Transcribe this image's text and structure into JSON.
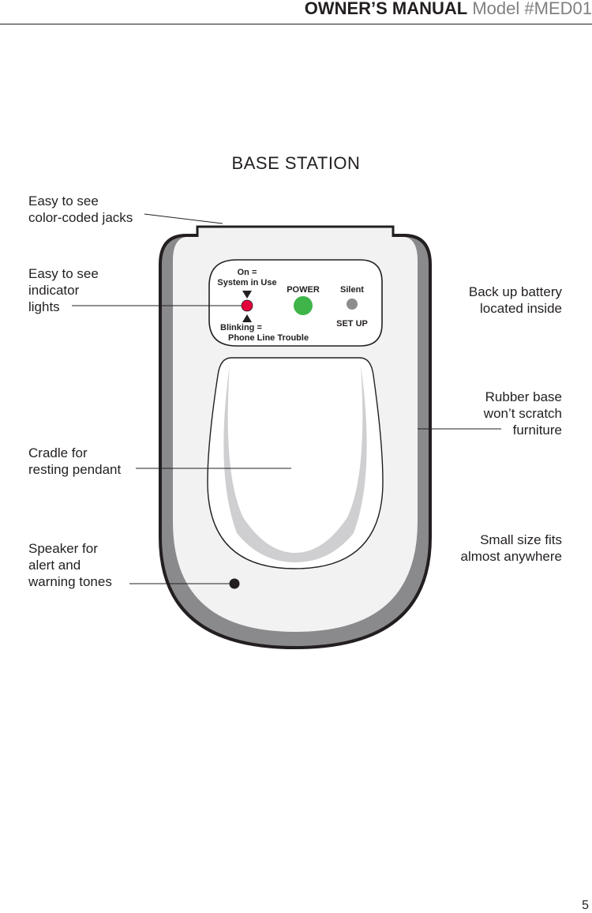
{
  "header": {
    "title_bold": "OWNER’S MANUAL",
    "title_model": "Model #MED01"
  },
  "section_title": "BASE STATION",
  "callouts": {
    "jacks": "Easy to see\ncolor-coded jacks",
    "indicator": "Easy to see\nindicator\nlights",
    "cradle": "Cradle for\nresting pendant",
    "speaker": "Speaker for\nalert and\nwarning tones",
    "battery": "Back up battery\nlocated inside",
    "rubber": "Rubber base\nwon’t scratch\nfurniture",
    "size": "Small size fits\nalmost anywhere"
  },
  "panel": {
    "on_label": "On =",
    "system_in_use": "System in Use",
    "power": "POWER",
    "silent": "Silent",
    "blinking_label": "Blinking =",
    "phone_line_trouble": "Phone Line Trouble",
    "set_up": "SET UP"
  },
  "colors": {
    "rubber_base": "#8a8a8d",
    "body": "#f2f2f3",
    "cradle_shadow": "#cfcfd1",
    "system_light": "#e4003a",
    "power_light": "#3fb449",
    "silent_button": "#8c8c8e"
  },
  "page_number": "5"
}
